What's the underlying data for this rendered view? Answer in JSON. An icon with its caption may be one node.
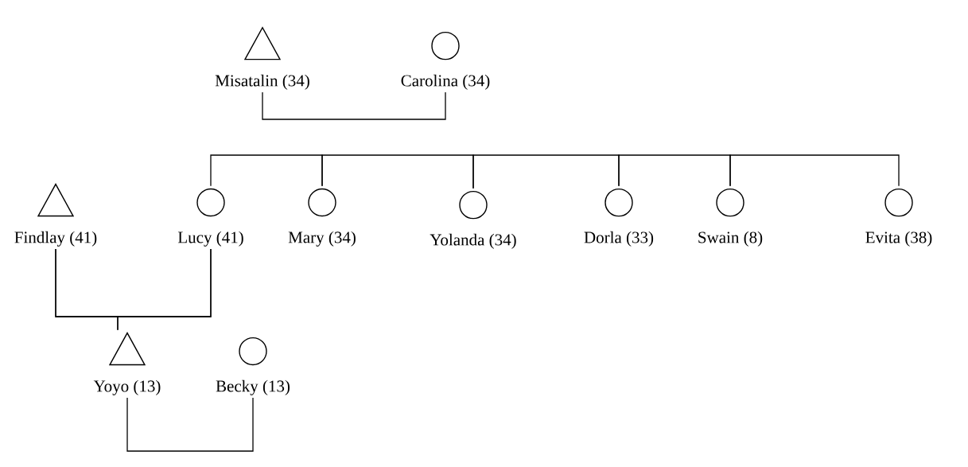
{
  "diagram": {
    "nodes": [
      {
        "text": [
          "Misatalin (34)"
        ]
      },
      {
        "text": [
          "Carolina (34)"
        ]
      },
      {
        "text": [
          "Findlay (41)"
        ]
      },
      {
        "text": [
          "Lucy (41)"
        ]
      },
      {
        "text": [
          "Mary (34)"
        ]
      },
      {
        "text": [
          "Yolanda (34)"
        ]
      },
      {
        "text": [
          "Dorla (33)"
        ]
      },
      {
        "text": [
          "Swain (8)"
        ]
      },
      {
        "text": [
          "Evita (38)"
        ]
      },
      {
        "text": [
          "Yoyo (13)"
        ]
      },
      {
        "text": [
          "Becky (13)"
        ]
      }
    ],
    "edges": [
      {
        "from": 0,
        "to": 1,
        "arrow": "none"
      },
      {
        "from": 3,
        "to": 4,
        "arrow": "none"
      },
      {
        "from": 4,
        "to": 5,
        "arrow": "none"
      },
      {
        "from": 5,
        "to": 6,
        "arrow": "none"
      },
      {
        "from": 6,
        "to": 7,
        "arrow": "none"
      },
      {
        "from": 7,
        "to": 8,
        "arrow": "none"
      },
      {
        "from": 2,
        "to": 3,
        "arrow": "none"
      },
      {
        "from": 2,
        "to": 9,
        "arrow": "none"
      },
      {
        "from": 3,
        "to": 9,
        "arrow": "none"
      },
      {
        "from": 9,
        "to": 10,
        "arrow": "none"
      }
    ]
  }
}
